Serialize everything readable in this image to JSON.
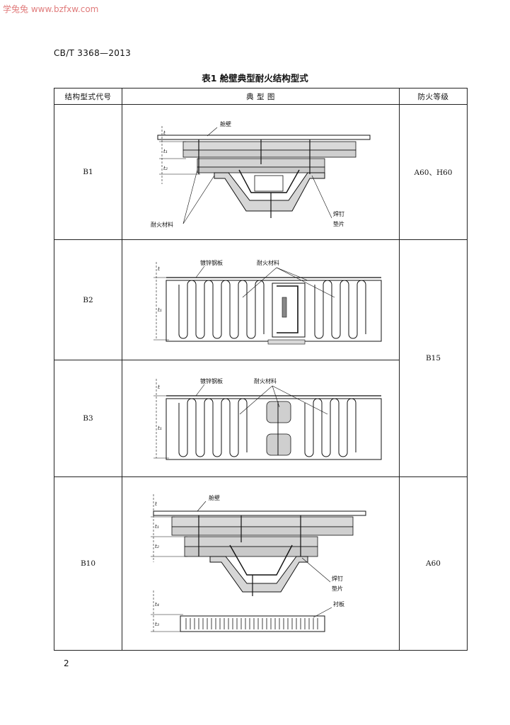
{
  "watermark": "学兔兔 www.bzfxw.com",
  "std_code": "CB/T 3368—2013",
  "table_title": "表1  舱壁典型耐火结构型式",
  "headers": {
    "code": "结构型式代号",
    "figure": "典    型    图",
    "grade": "防火等级"
  },
  "rows": [
    {
      "code": "B1",
      "grade": "A60、H60",
      "labels": {
        "bulkhead": "舱壁",
        "material": "耐火材料",
        "stud": "焊钉",
        "washer": "垫片",
        "t": "t",
        "t1": "t₁",
        "t2": "t₂"
      }
    },
    {
      "code": "B2",
      "labels": {
        "plate": "镀锌钢板",
        "material": "耐火材料",
        "t": "t",
        "t1": "t₁"
      }
    },
    {
      "code": "B3",
      "labels": {
        "plate": "镀锌钢板",
        "material": "耐火材料",
        "t": "t",
        "t1": "t₁"
      }
    },
    {
      "code": "B10",
      "grade": "A60",
      "labels": {
        "bulkhead": "舱壁",
        "stud": "焊钉",
        "washer": "垫片",
        "lining": "衬板",
        "t": "t",
        "t1": "t₁",
        "t2": "t₂",
        "t3": "t₃",
        "t4": "t₄"
      }
    }
  ],
  "merged_grade_b2_b3": "B15",
  "page_number": "2"
}
